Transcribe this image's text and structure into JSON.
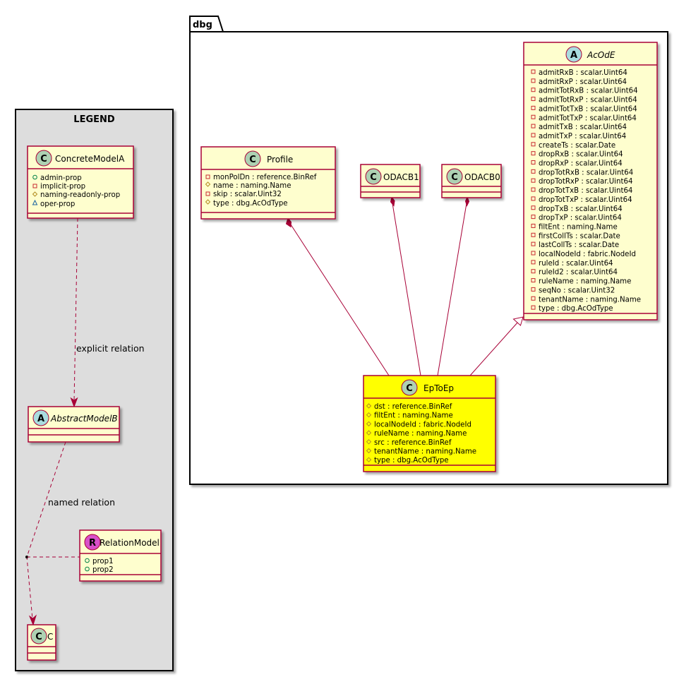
{
  "package": {
    "name": "dbg"
  },
  "legend": {
    "title": "LEGEND",
    "concrete": {
      "name": "ConcreteModelA",
      "badge": "C",
      "attrs": [
        "admin-prop",
        "implicit-prop",
        "naming-readonly-prop",
        "oper-prop"
      ]
    },
    "abstract": {
      "name": "AbstractModelB",
      "badge": "A"
    },
    "relationModel": {
      "name": "RelationModel",
      "badge": "R",
      "attrs": [
        "prop1",
        "prop2"
      ]
    },
    "c": {
      "name": "C",
      "badge": "C"
    },
    "explicitLabel": "explicit relation",
    "namedLabel": "named relation"
  },
  "classes": {
    "profile": {
      "name": "Profile",
      "badge": "C",
      "attrs": [
        "monPolDn : reference.BinRef",
        "name : naming.Name",
        "skip : scalar.Uint32",
        "type : dbg.AcOdType"
      ]
    },
    "odacb1": {
      "name": "ODACB1",
      "badge": "C"
    },
    "odacb0": {
      "name": "ODACB0",
      "badge": "C"
    },
    "acode": {
      "name": "AcOdE",
      "badge": "A",
      "attrs": [
        "admitRxB : scalar.Uint64",
        "admitRxP : scalar.Uint64",
        "admitTotRxB : scalar.Uint64",
        "admitTotRxP : scalar.Uint64",
        "admitTotTxB : scalar.Uint64",
        "admitTotTxP : scalar.Uint64",
        "admitTxB : scalar.Uint64",
        "admitTxP : scalar.Uint64",
        "createTs : scalar.Date",
        "dropRxB : scalar.Uint64",
        "dropRxP : scalar.Uint64",
        "dropTotRxB : scalar.Uint64",
        "dropTotRxP : scalar.Uint64",
        "dropTotTxB : scalar.Uint64",
        "dropTotTxP : scalar.Uint64",
        "dropTxB : scalar.Uint64",
        "dropTxP : scalar.Uint64",
        "filtEnt : naming.Name",
        "firstCollTs : scalar.Date",
        "lastCollTs : scalar.Date",
        "localNodeId : fabric.NodeId",
        "ruleId : scalar.Uint64",
        "ruleId2 : scalar.Uint64",
        "ruleName : naming.Name",
        "seqNo : scalar.Uint32",
        "tenantName : naming.Name",
        "type : dbg.AcOdType"
      ]
    },
    "eptoep": {
      "name": "EpToEp",
      "badge": "C",
      "attrs": [
        "dst : reference.BinRef",
        "filtEnt : naming.Name",
        "localNodeId : fabric.NodeId",
        "ruleName : naming.Name",
        "src : reference.BinRef",
        "tenantName : naming.Name",
        "type : dbg.AcOdType"
      ]
    }
  },
  "colors": {
    "border": "#A80036",
    "classFill": "#FEFECE",
    "highlightFill": "#FFFF00",
    "legendFill": "#DDDDDD",
    "badgeClass": "#ADD1B2",
    "badgeAbstract": "#A9DCDF",
    "badgeRelation": "#D84FC9"
  }
}
